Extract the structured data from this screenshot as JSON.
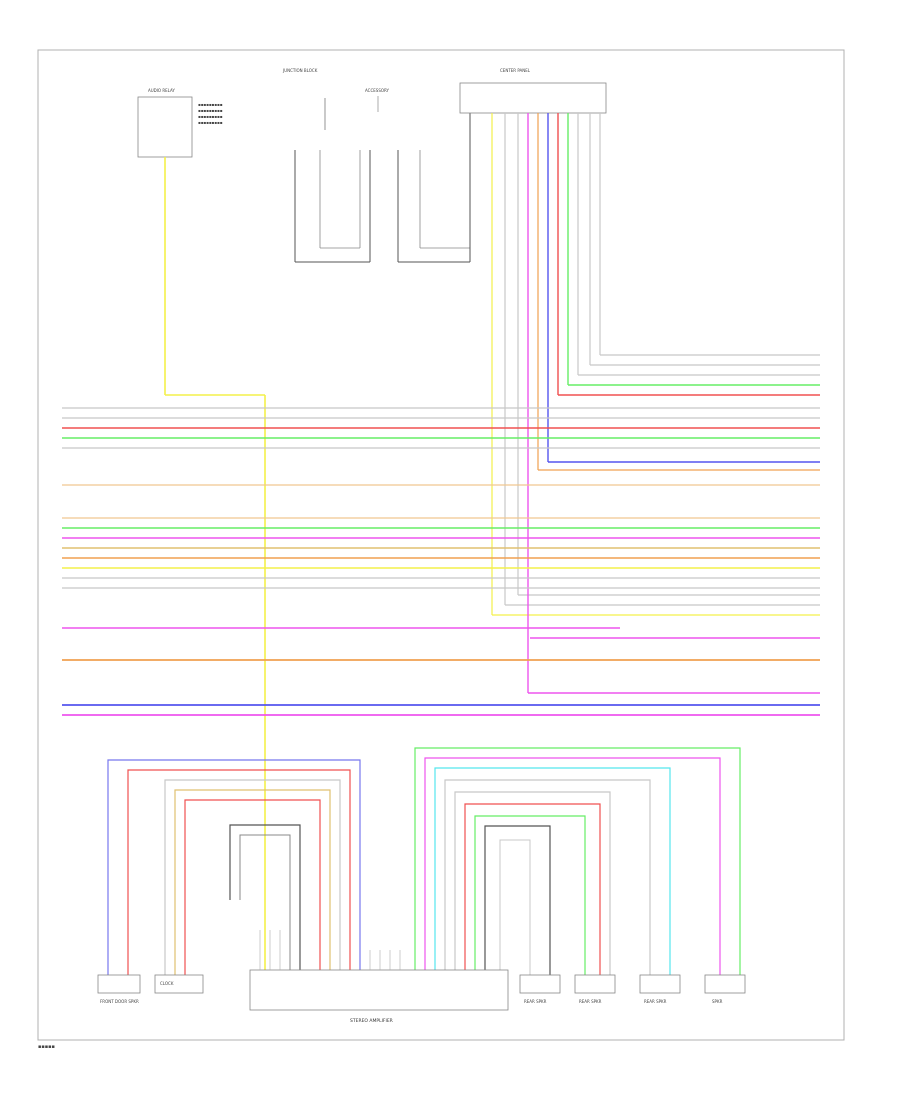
{
  "diagram": {
    "colors": {
      "yellow": "#f4f04a",
      "red": "#f05050",
      "green": "#66ee66",
      "magenta": "#ee55ee",
      "blue": "#5555ee",
      "orange": "#f0a050",
      "gray": "#c8c8c8",
      "cyan": "#55e6ee",
      "tan": "#e0c070",
      "black": "#333333"
    },
    "components": {
      "top_left": "AUDIO RELAY",
      "top_center": "JUNCTION BLOCK",
      "top_center2": "ACCESSORY",
      "top_right": "CENTER PANEL",
      "bottom_1": "FRONT DOOR SPKR",
      "bottom_2": "CLOCK",
      "bottom_amp": "STEREO AMPLIFIER",
      "bottom_3": "REAR SPKR",
      "bottom_4": "REAR SPKR",
      "bottom_5": "REAR SPKR",
      "bottom_6": "SPKR"
    },
    "footer": "▪▪▪▪▪"
  }
}
